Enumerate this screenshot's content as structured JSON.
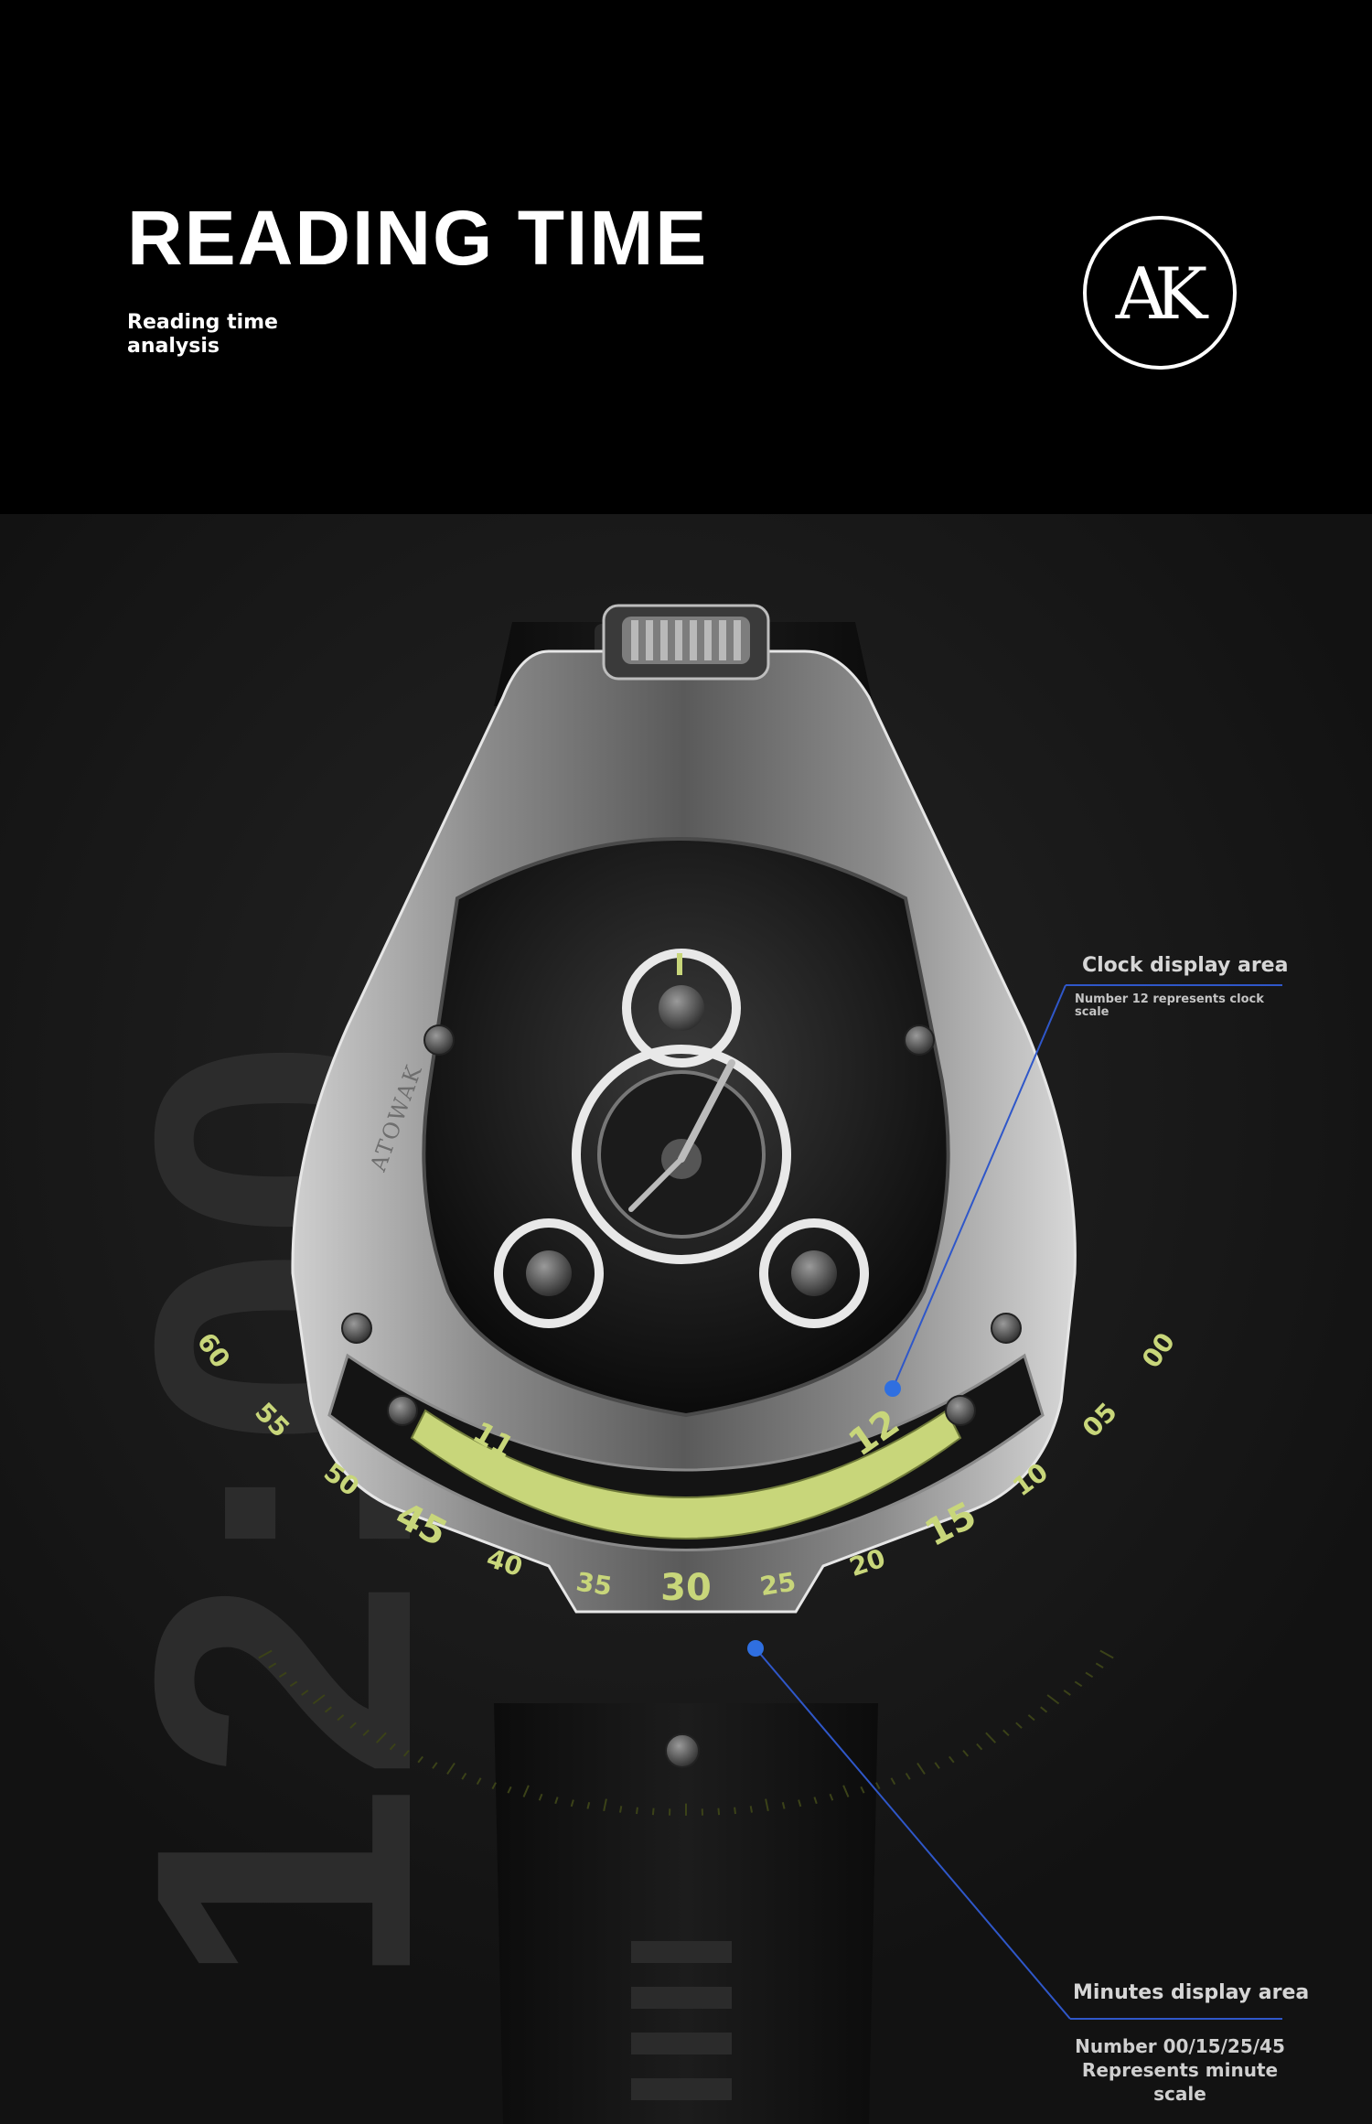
{
  "header": {
    "title": "READING TIME",
    "subtitle": "Reading time analysis",
    "logo_text": "AK"
  },
  "background": {
    "numerals": "12:00"
  },
  "watch": {
    "brand": "ATOWAK",
    "hour_marks": [
      "11",
      "12"
    ],
    "minute_labels": [
      "60",
      "55",
      "50",
      "45",
      "40",
      "35",
      "30",
      "25",
      "20",
      "15",
      "10",
      "05",
      "00"
    ]
  },
  "annotations": {
    "clock_area": {
      "title": "Clock display area",
      "note": "Number 12 represents clock scale"
    },
    "minutes_area": {
      "title": "Minutes display area",
      "note": "Number 00/15/25/45 Represents minute scale"
    }
  },
  "colors": {
    "accent_lume": "#c8d67a",
    "leader_line": "#2f57c9",
    "leader_dot": "#2f6fe0"
  }
}
